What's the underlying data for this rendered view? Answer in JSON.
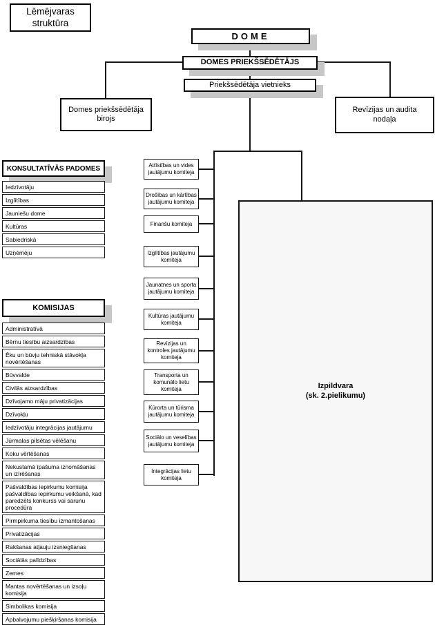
{
  "diagram": {
    "title": "Lēmējvaras struktūra",
    "dome": "DOME",
    "chairman": "DOMES PRIEKŠSĒDĒTĀJS",
    "vice_chairman": "Priekšsēdētāja vietnieks",
    "chairman_office": "Domes priekšsēdētāja birojs",
    "audit_department": "Revīzijas un audita nodaļa",
    "executive": {
      "line1": "Izpildvara",
      "line2": "(sk. 2.pielikumu)"
    },
    "advisory": {
      "header": "KONSULTATĪVĀS PADOMES",
      "items": [
        "Iedzīvotāju",
        "Izglītības",
        "Jauniešu dome",
        "Kultūras",
        "Sabiedriskā",
        "Uzņēmēju"
      ]
    },
    "commissions": {
      "header": "KOMISIJAS",
      "items": [
        "Administratīvā",
        "Bērnu tiesību aizsardzības",
        "Ēku un būvju tehniskā stāvokļa novērtēšanas",
        "Būvvalde",
        "Civilās aizsardzības",
        "Dzīvojamo māju privatizācijas",
        "Dzīvokļu",
        "Iedzīvotāju integrācijas jautājumu",
        "Jūrmalas pilsētas vēlēšanu",
        "Koku vērtēšanas",
        "Nekustamā īpašuma iznomāšanas un izīrēšanas",
        "Pašvaldības iepirkumu komisija pašvaldības iepirkumu veikšanā, kad paredzēts konkurss vai sarunu procedūra",
        "Pirmpirkuma tiesību izmantošanas",
        "Privatizācijas",
        "Rakšanas atļauju izsniegšanas",
        "Sociālās palīdzības",
        "Zemes",
        "Mantas novērtēšanas un izsoļu komisija",
        "Simbolikas komisija",
        "Apbalvojumu piešķiršanas komisija"
      ]
    },
    "committees": [
      "Attīstības un vides jautājumu komiteja",
      "Drošības un kārtības jautājumu komiteja",
      "Finanšu komiteja",
      "Izglītības jautājumu komiteja",
      "Jaunatnes un sporta jautājumu komiteja",
      "Kultūras jautājumu komiteja",
      "Revīzijas un kontroles jautājumu komiteja",
      "Transporta un komunālo lietu komiteja",
      "Kūrorta un tūrisma jautājumu komiteja",
      "Sociālo un veselības jautājumu komiteja",
      "Integrācijas lietu komiteja"
    ],
    "colors": {
      "shadow": "#c7c7c7",
      "line": "#161616",
      "executive_fill": "#f7f7f7",
      "border": "#000000"
    }
  }
}
